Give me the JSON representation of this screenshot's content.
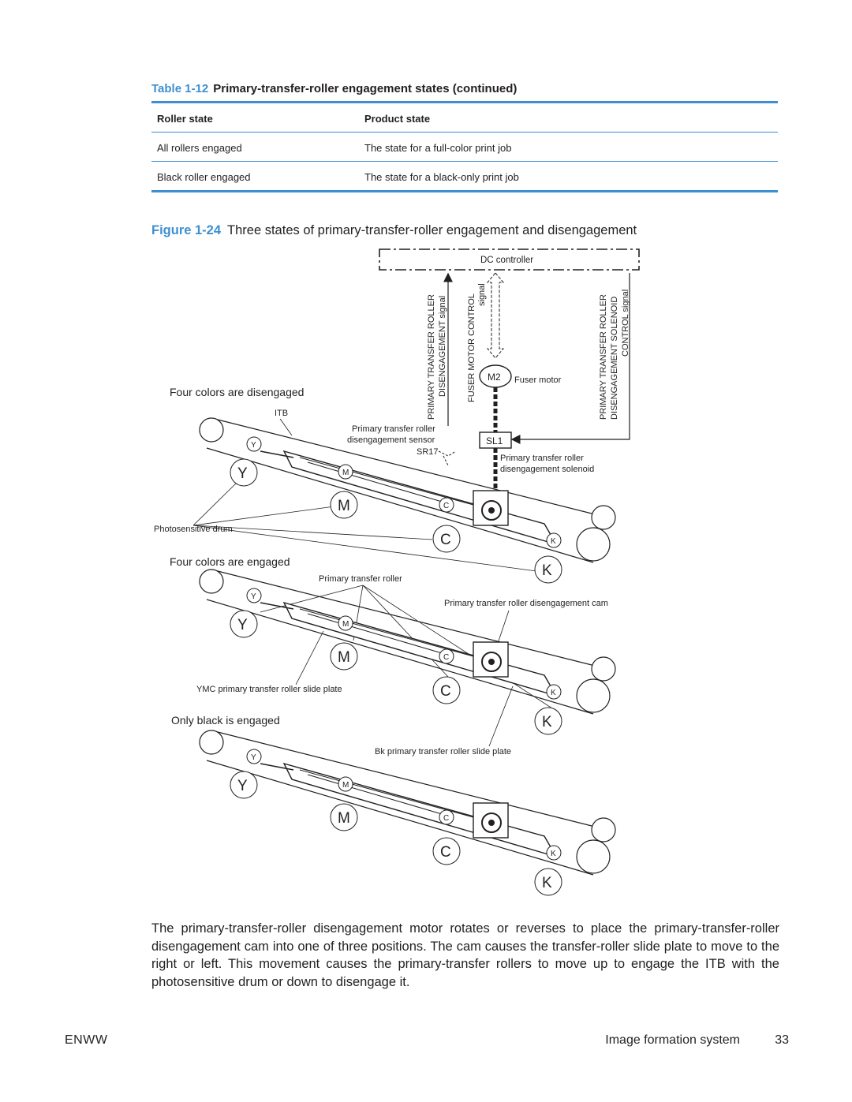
{
  "table": {
    "number": "Table 1-12",
    "title": "Primary-transfer-roller engagement states (continued)",
    "columns": [
      "Roller state",
      "Product state"
    ],
    "rows": [
      [
        "All rollers engaged",
        "The state for a full-color print job"
      ],
      [
        "Black roller engaged",
        "The state for a black-only print job"
      ]
    ]
  },
  "figure": {
    "number": "Figure 1-24",
    "title": "Three states of primary-transfer-roller engagement and disengagement",
    "labels": {
      "dc_controller": "DC controller",
      "signal_left_1": "PRIMARY TRANSFER ROLLER",
      "signal_left_2": "DISENGAGEMENT signal",
      "signal_mid_1": "FUSER MOTOR CONTROL",
      "signal_mid_2": "signal",
      "signal_right_1": "PRIMARY TRANSFER ROLLER",
      "signal_right_2": "DISENGAGEMENT SOLENOID",
      "signal_right_3": "CONTROL signal",
      "m2": "M2",
      "fuser_motor": "Fuser motor",
      "sl1": "SL1",
      "itb": "ITB",
      "sensor_1": "Primary transfer roller",
      "sensor_2": "disengagement sensor",
      "sr17": "SR17",
      "solenoid_1": "Primary transfer roller",
      "solenoid_2": "disengagement solenoid",
      "state1": "Four colors are disengaged",
      "state2": "Four colors are engaged",
      "state3": "Only black is engaged",
      "photosensitive_drum": "Photosensitive drum",
      "primary_transfer_roller": "Primary transfer roller",
      "cam": "Primary transfer roller disengagement cam",
      "ymc_slide_plate": "YMC primary transfer roller slide plate",
      "bk_slide_plate": "Bk primary transfer roller slide plate",
      "y": "Y",
      "m": "M",
      "c": "C",
      "k": "K"
    }
  },
  "paragraph": "The primary-transfer-roller disengagement motor rotates or reverses to place the primary-transfer-roller disengagement cam into one of three positions. The cam causes the transfer-roller slide plate to move to the right or left. This movement causes the primary-transfer rollers to move up to engage the ITB with the photosensitive drum or down to disengage it.",
  "footer": {
    "left": "ENWW",
    "section": "Image formation system",
    "page": "33"
  },
  "colors": {
    "accent": "#3d8fd1"
  }
}
